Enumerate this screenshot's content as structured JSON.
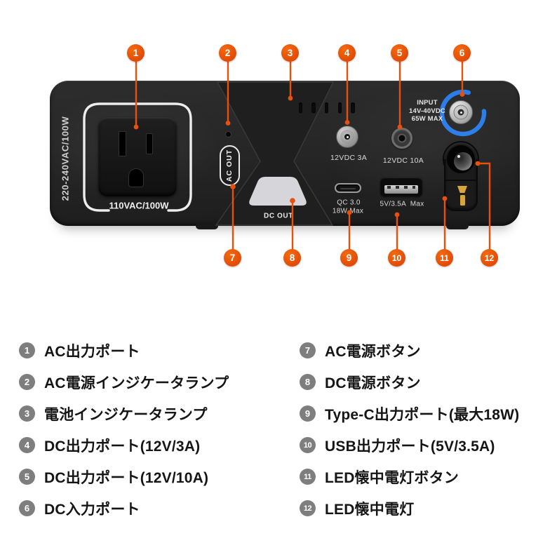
{
  "colors": {
    "accent_orange": "#E8500D",
    "ring_blue": "#2A7CE8",
    "legend_circle_gray": "#7E7E7E",
    "panel_black": "#262626",
    "dc_button_gray": "#D6D6DA",
    "flashlight_gold": "#D8A53C"
  },
  "panel": {
    "vertical_label": "220-240VAC/100W",
    "outlet_label": "110VAC/100W",
    "ac_out_button": "AC OUT",
    "dc_out_button_label": "DC OUT",
    "dc_port_3a_label": "12VDC 3A",
    "dc_port_10a_label": "12VDC 10A",
    "input_line1": "INPUT",
    "input_line2": "14V-40VDC",
    "input_line3": "65W MAX",
    "type_c_line1": "QC 3.0",
    "type_c_line2": "18W Max",
    "usb_label": "5V/3.5A  Max"
  },
  "callouts": {
    "items": [
      {
        "num": "1"
      },
      {
        "num": "2"
      },
      {
        "num": "3"
      },
      {
        "num": "4"
      },
      {
        "num": "5"
      },
      {
        "num": "6"
      },
      {
        "num": "7"
      },
      {
        "num": "8"
      },
      {
        "num": "9"
      },
      {
        "num": "10"
      },
      {
        "num": "11"
      },
      {
        "num": "12"
      }
    ]
  },
  "legend": {
    "left": [
      {
        "num": "1",
        "label": "AC出力ポート"
      },
      {
        "num": "2",
        "label": "AC電源インジケータランプ"
      },
      {
        "num": "3",
        "label": "電池インジケータランプ"
      },
      {
        "num": "4",
        "label": "DC出力ポート(12V/3A)"
      },
      {
        "num": "5",
        "label": "DC出力ポート(12V/10A)"
      },
      {
        "num": "6",
        "label": "DC入力ポート"
      }
    ],
    "right": [
      {
        "num": "7",
        "label": "AC電源ボタン"
      },
      {
        "num": "8",
        "label": "DC電源ボタン"
      },
      {
        "num": "9",
        "label": "Type-C出力ポート(最大18W)"
      },
      {
        "num": "10",
        "label": "USB出力ポート(5V/3.5A)"
      },
      {
        "num": "11",
        "label": "LED懐中電灯ボタン"
      },
      {
        "num": "12",
        "label": "LED懐中電灯"
      }
    ]
  }
}
